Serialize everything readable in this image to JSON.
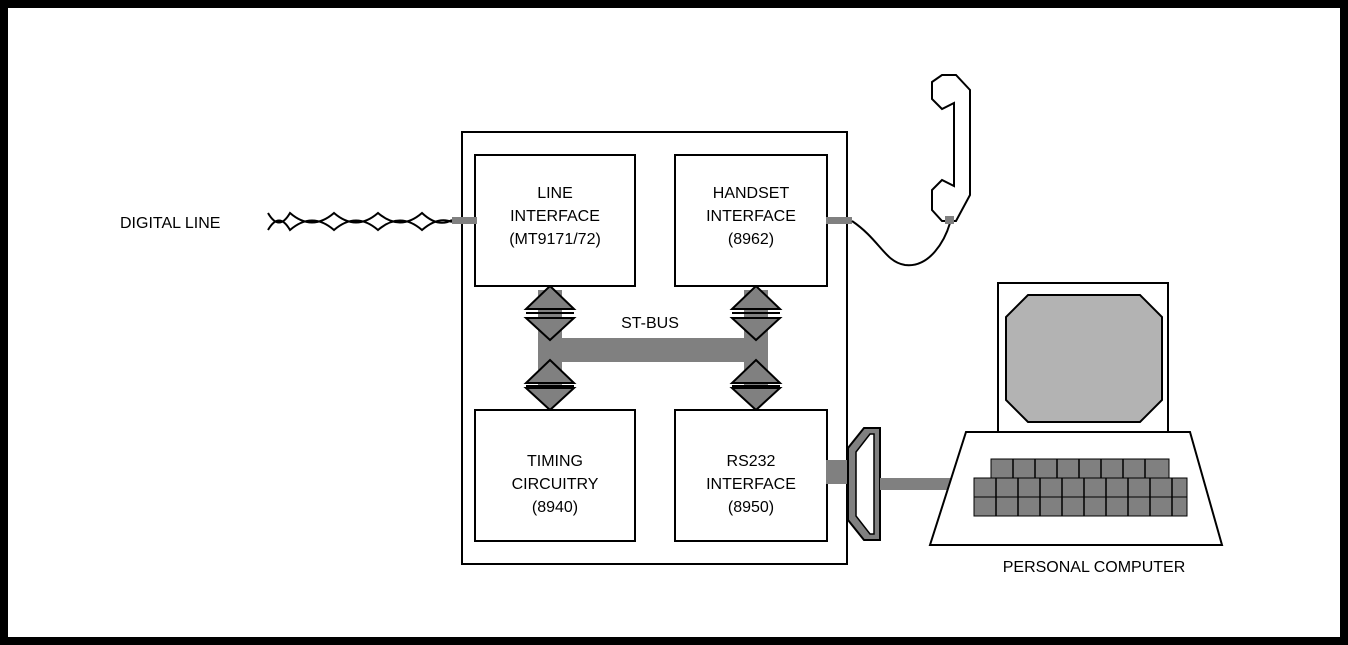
{
  "labels": {
    "digital_line": "DIGITAL LINE",
    "st_bus": "ST-BUS",
    "personal_computer": "PERSONAL COMPUTER"
  },
  "blocks": {
    "line_interface": [
      "LINE",
      "INTERFACE",
      "(MT9171/72)"
    ],
    "handset_interface": [
      "HANDSET",
      "INTERFACE",
      "(8962)"
    ],
    "timing_circuitry": [
      "TIMING",
      "CIRCUITRY",
      "(8940)"
    ],
    "rs232_interface": [
      "RS232",
      "INTERFACE",
      "(8950)"
    ]
  },
  "colors": {
    "outline": "#000000",
    "bus": "#808080",
    "screen": "#b3b3b3",
    "background": "#ffffff"
  },
  "icons": [
    "twisted-pair-icon",
    "handset-icon",
    "personal-computer-icon",
    "serial-connector-icon",
    "bus-arrow-icon"
  ]
}
